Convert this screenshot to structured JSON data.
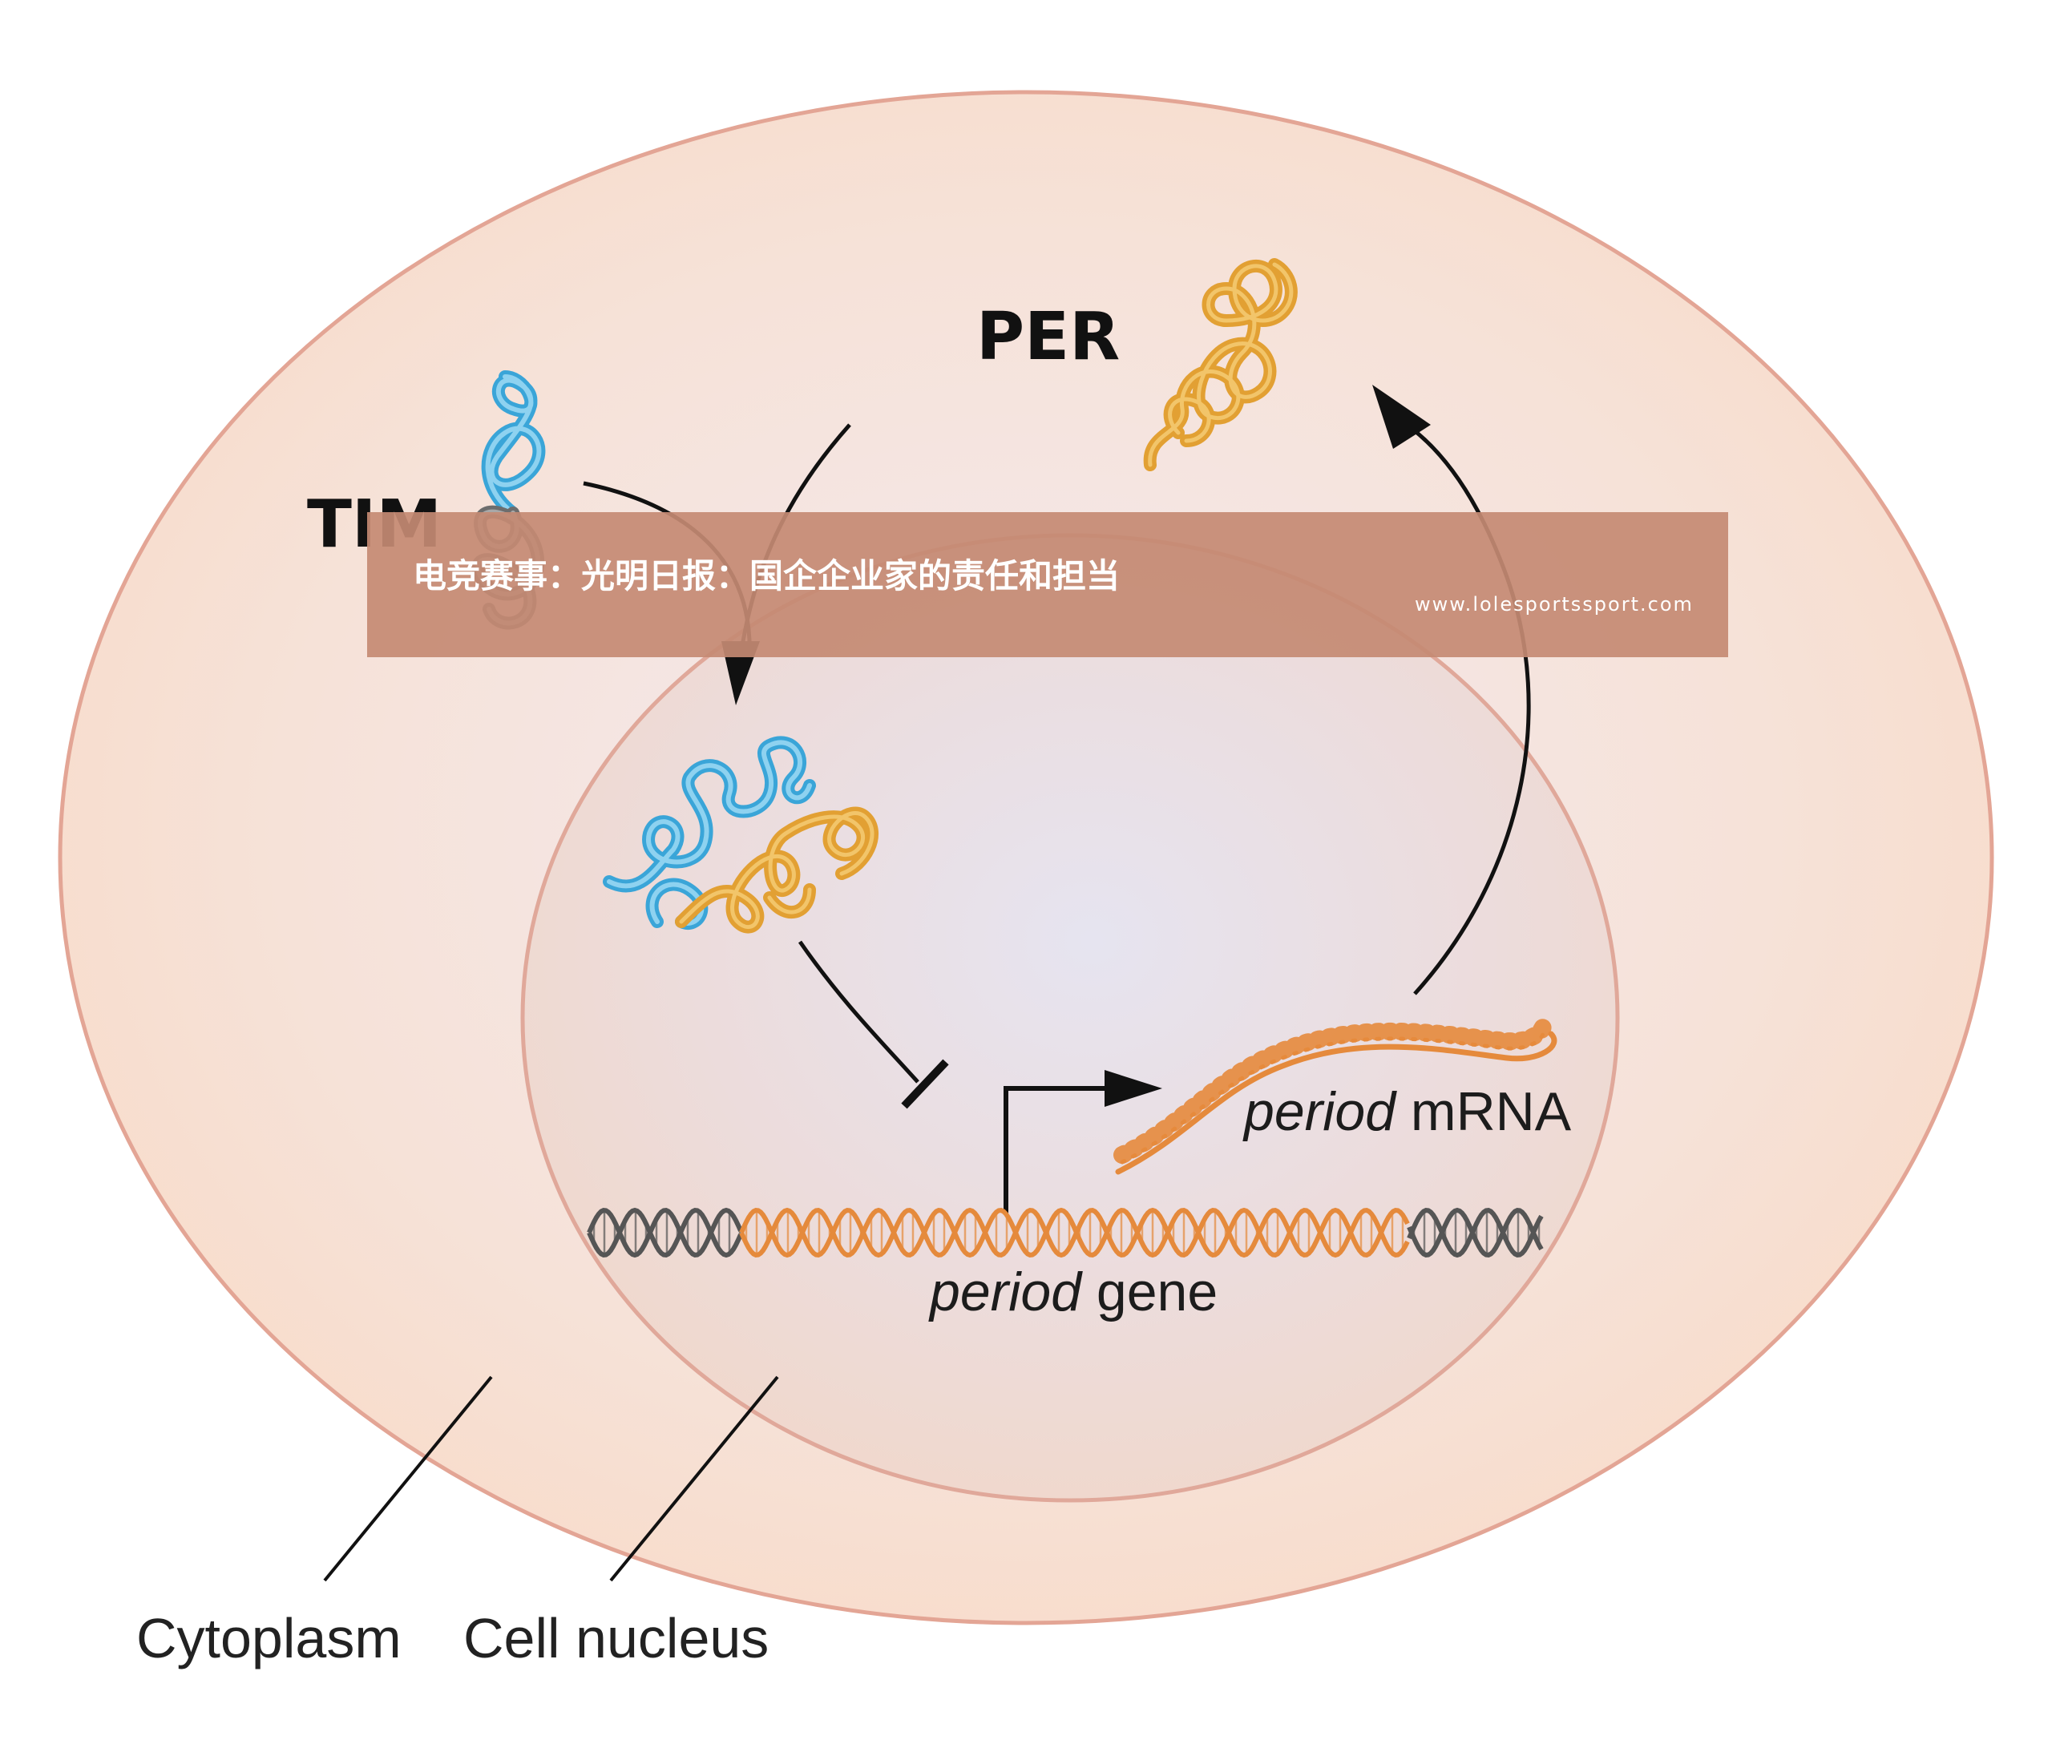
{
  "labels": {
    "per": "PER",
    "tim": "TIM",
    "mrna_italic": "period",
    "mrna_rest": " mRNA",
    "gene_italic": "period",
    "gene_rest": " gene",
    "cytoplasm": "Cytoplasm",
    "nucleus": "Cell nucleus"
  },
  "banner": {
    "title": "电竞赛事：光明日报：国企企业家的责任和担当",
    "url": "www.lolesportssport.com"
  },
  "colors": {
    "cell_fill": "#f7e2d6",
    "cell_stroke": "#e3a595",
    "nucleus_fill": "#efdede",
    "nucleus_stroke": "#e0a89a",
    "tim_protein": "#4db3e0",
    "per_protein": "#e3a33a",
    "gene_orange": "#e58a3c",
    "gene_gray": "#555555",
    "banner": "#c48a73",
    "arrow": "#111111"
  },
  "icons": {
    "tim": "tim-protein-icon",
    "per": "per-protein-icon",
    "complex": "per-tim-complex-icon",
    "mrna": "mrna-strand-icon",
    "dna": "dna-helix-icon"
  }
}
